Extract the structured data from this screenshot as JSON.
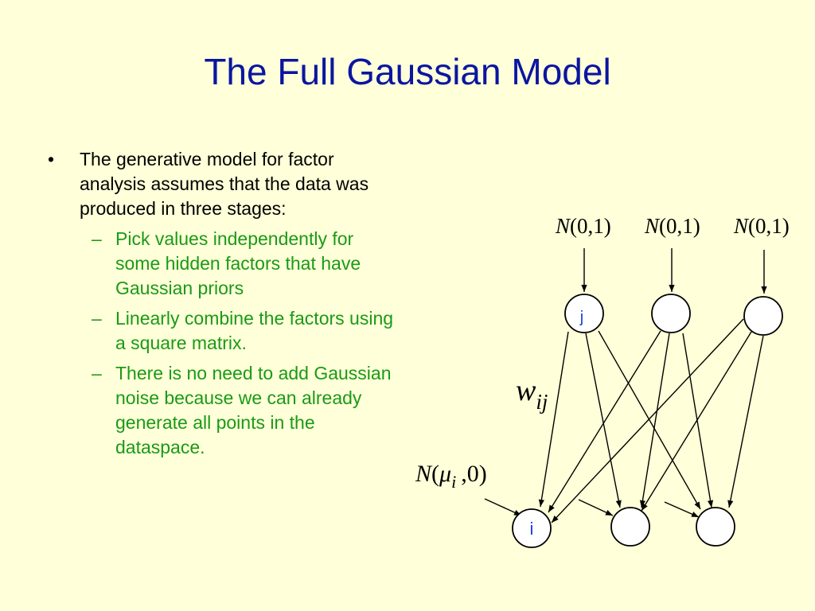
{
  "slide": {
    "title": "The Full Gaussian Model",
    "bullet": "The generative model for factor analysis assumes that the data was produced in three stages:",
    "sub_bullets": [
      "Pick values independently for some hidden factors that have Gaussian priors",
      "Linearly combine the factors using a square matrix.",
      "There is no need to add Gaussian noise because we can already generate all points in the dataspace."
    ]
  },
  "diagram": {
    "prior_labels": [
      {
        "n": "N",
        "args": "(0,1)"
      },
      {
        "n": "N",
        "args": "(0,1)"
      },
      {
        "n": "N",
        "args": "(0,1)"
      }
    ],
    "hidden_unit_label": "j",
    "visible_unit_label": "i",
    "weight_label": {
      "w": "w",
      "sub": "ij"
    },
    "visible_prior_label": {
      "n": "N",
      "open": "(",
      "mu": "μ",
      "sub": "i",
      "rest": ",0)"
    },
    "colors": {
      "title": "#0A16A0",
      "unit_letter": "#1F3FE0",
      "sub_bullet": "#1A9A16",
      "background": "#FFFFD9"
    }
  }
}
